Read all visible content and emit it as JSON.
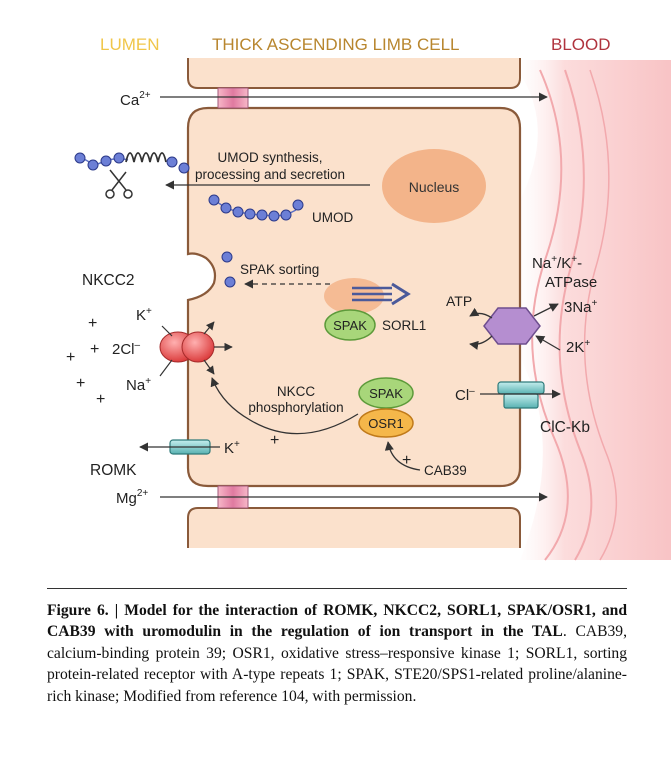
{
  "header": {
    "lumen": "LUMEN",
    "cell": "THICK ASCENDING LIMB CELL",
    "blood": "BLOOD"
  },
  "labels": {
    "ca": "Ca",
    "ca_sup": "2+",
    "umod_synth_1": "UMOD synthesis,",
    "umod_synth_2": "processing and secretion",
    "nucleus": "Nucleus",
    "umod": "UMOD",
    "nkcc2": "NKCC2",
    "spak_sorting": "SPAK sorting",
    "nak_1": "Na",
    "nak_sup1": "+",
    "nak_2": "/K",
    "nak_sup2": "+",
    "nak_3": "-",
    "atpase": "ATPase",
    "atp": "ATP",
    "three_na": "3Na",
    "three_na_sup": "+",
    "two_k": "2K",
    "two_k_sup": "+",
    "spak_sorl": "SPAK",
    "sorl1": "SORL1",
    "k_top": "K",
    "k_top_sup": "+",
    "two_cl": "2Cl",
    "two_cl_sup": "–",
    "na_bottom": "Na",
    "na_bottom_sup": "+",
    "nkcc_phos_1": "NKCC",
    "nkcc_phos_2": "phosphorylation",
    "spak_osr": "SPAK",
    "osr1": "OSR1",
    "cl": "Cl",
    "cl_sup": "–",
    "clc_kb": "ClC-Kb",
    "romk": "ROMK",
    "k_romk": "K",
    "k_romk_sup": "+",
    "cab39": "CAB39",
    "mg": "Mg",
    "mg_sup": "2+",
    "plus": "+"
  },
  "caption": {
    "fig_label": "Figure 6. | Model for the interaction of ROMK, NKCC2, SORL1, SPAK/OSR1, and CAB39 with uromodulin in the regulation of ion transport in the TAL",
    "body": ". CAB39, calcium-binding protein 39; OSR1, oxidative stress–responsive kinase 1; SORL1, sorting protein-related receptor with A-type repeats 1; SPAK, STE20/SPS1-related proline/alanine-rich kinase; Modified from reference 104, with permission."
  },
  "colors": {
    "lumen": "#f0c64a",
    "cell_title": "#b8862e",
    "blood": "#b0343e",
    "cell_fill": "#fbe1cc",
    "cell_border": "#8a5a3a",
    "nucleus": "#f3b48a",
    "spak": "#a8d67a",
    "osr1": "#f5b74a",
    "nkcc2": "#e84a4a",
    "atpase": "#b58ed0",
    "channel": "#7ec8c8",
    "umod": "#5c6fc4"
  }
}
